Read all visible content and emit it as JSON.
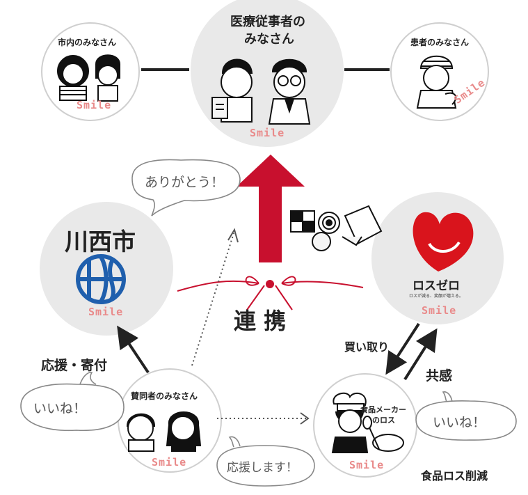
{
  "circles": {
    "medical": {
      "label_line1": "医療従事者の",
      "label_line2": "みなさん",
      "smile": "Smile"
    },
    "citizens": {
      "label": "市内のみなさん",
      "smile": "Smile"
    },
    "patients": {
      "label": "患者のみなさん",
      "smile": "Smile"
    },
    "city": {
      "label": "川西市",
      "smile": "Smile"
    },
    "lossezero": {
      "brand": "ロスゼロ",
      "tagline": "ロスが減る、笑顔が増える。",
      "smile": "Smile"
    },
    "supporters": {
      "label": "賛同者のみなさん",
      "smile": "Smile"
    },
    "foodmaker": {
      "label_line1": "食品メーカー",
      "label_line2": "のロス",
      "smile": "Smile"
    }
  },
  "bubbles": {
    "thanks": "ありがとう！",
    "like_left": "いいね！",
    "support": "応援します！",
    "like_right": "いいね！"
  },
  "labels": {
    "collaboration": "連 携",
    "purchase": "買い取り",
    "empathy": "共感",
    "cheer_donate": "応援・寄付",
    "food_loss": "食品ロス削減"
  },
  "colors": {
    "circle_fill": "#e9e9e9",
    "circle_light": "#ffffff",
    "arrow_red": "#c8102e",
    "smile_pink": "#e98a8a",
    "brand_blue": "#1f5fad",
    "text": "#222222"
  }
}
